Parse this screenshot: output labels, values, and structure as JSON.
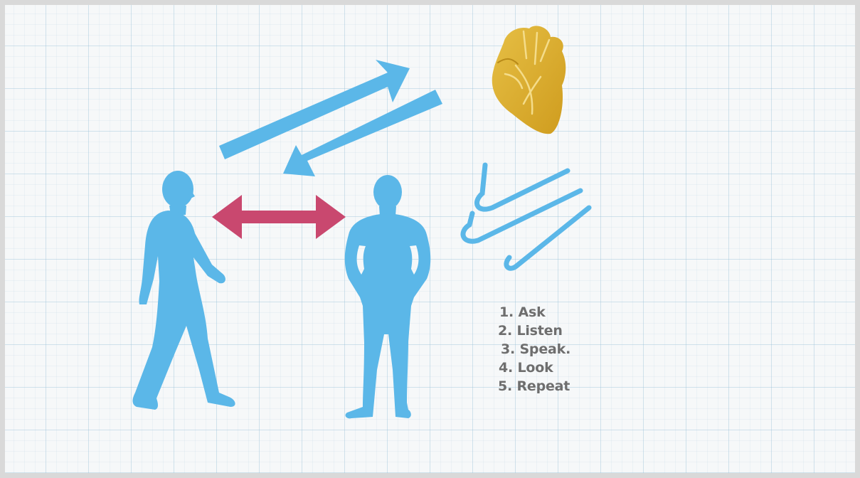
{
  "slide": {
    "steps": [
      "1. Ask",
      "2. Listen",
      "3. Speak.",
      "4. Look",
      "5. Repeat"
    ]
  },
  "icons": [
    "walking-person-icon",
    "standing-person-icon",
    "double-arrow-icon",
    "arrow-right-up-icon",
    "arrow-left-down-icon",
    "heart-icon",
    "wind-icon"
  ],
  "colors": {
    "figure_blue": "#5bb7e8",
    "double_arrow": "#c9486f",
    "heart_gold": "#dcae2e",
    "text_gray": "#6e6e6e",
    "grid_background": "#f6f8f9"
  }
}
